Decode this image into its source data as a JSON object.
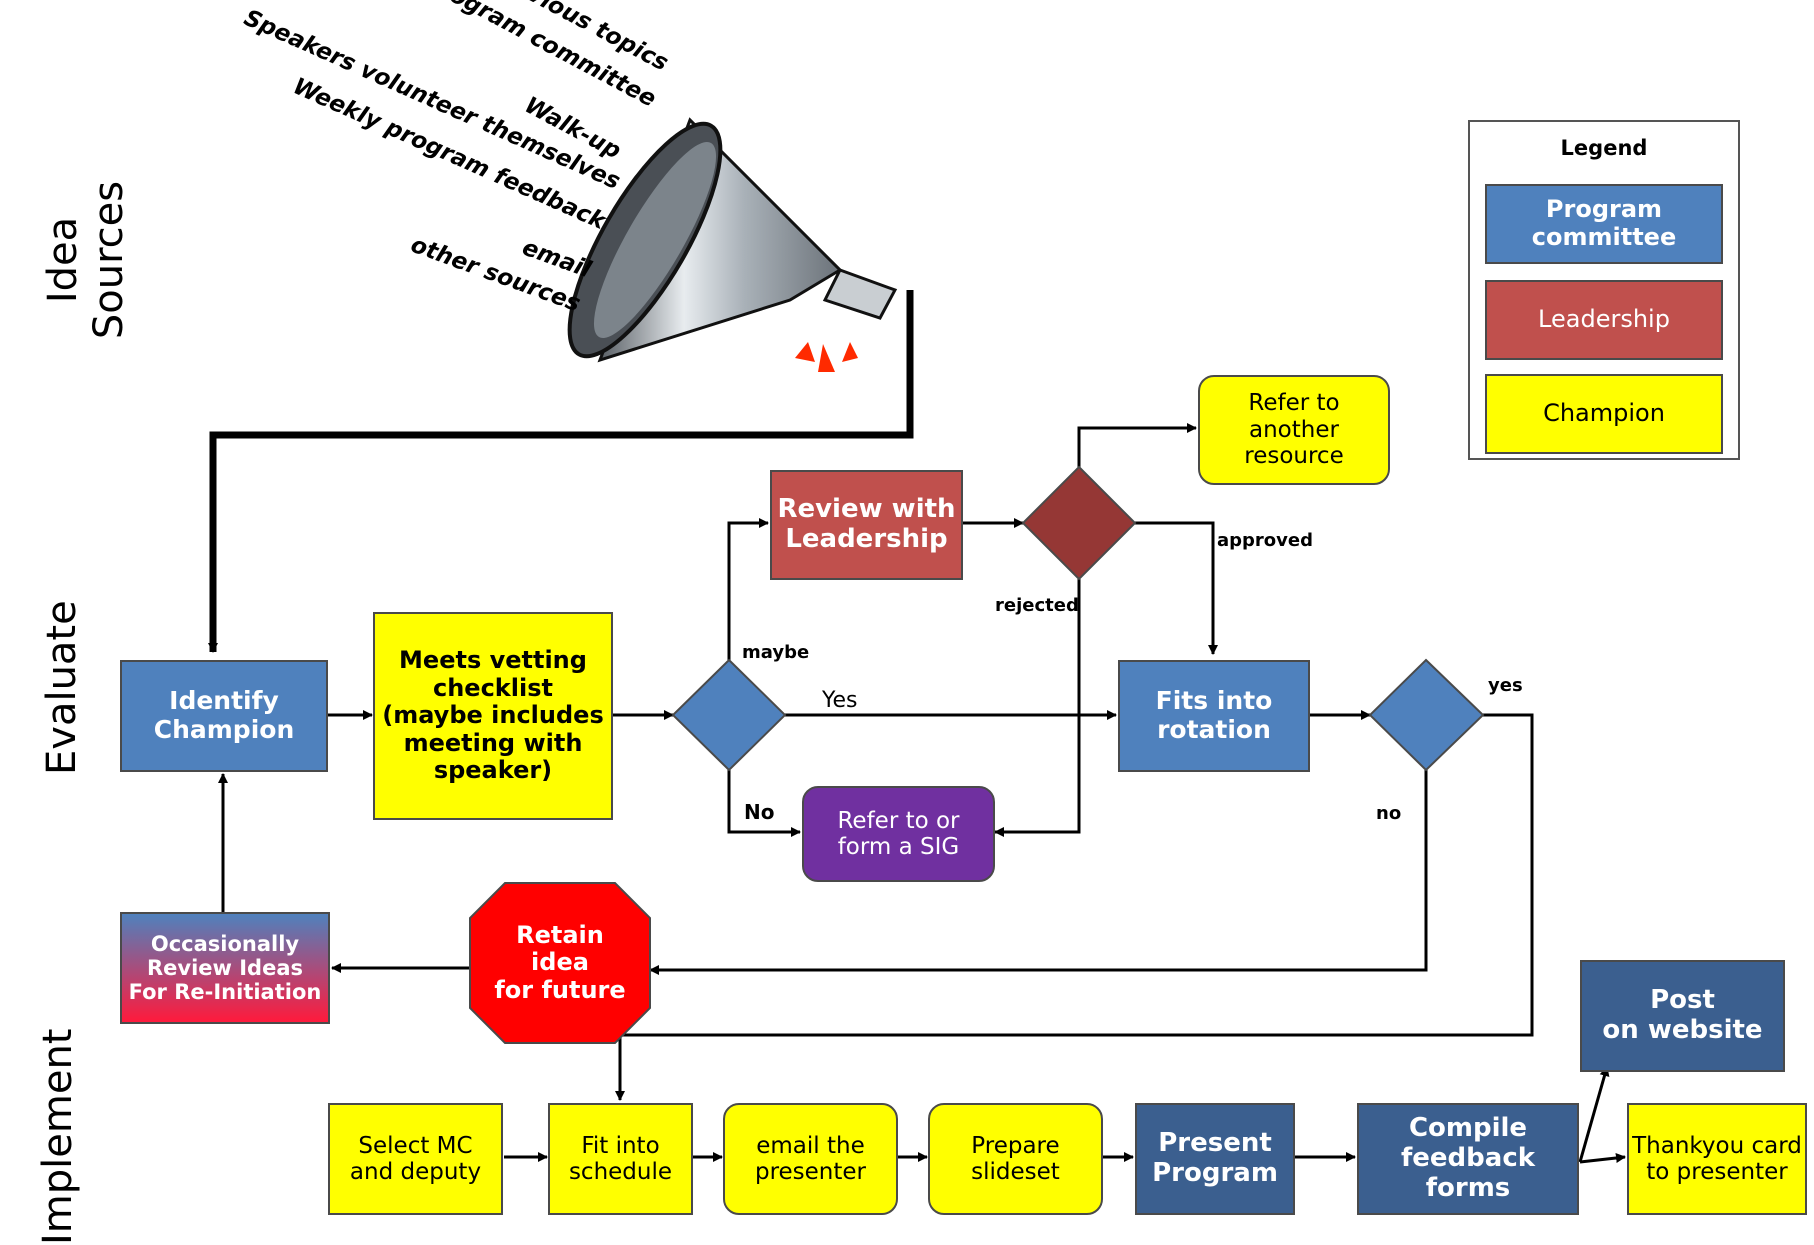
{
  "phases": {
    "idea": "Idea\nSources",
    "evaluate": "Evaluate",
    "implement": "Implement"
  },
  "idea_sources": [
    "Previous topics",
    "Program committee",
    "Walk-up",
    "Speakers volunteer themselves",
    "Weekly program feedback",
    "email",
    "other sources"
  ],
  "legend": {
    "title": "Legend",
    "items": [
      {
        "label": "Program\ncommittee",
        "color": "#4f81bd"
      },
      {
        "label": "Leadership",
        "color": "#c0504d"
      },
      {
        "label": "Champion",
        "color": "#ffff00"
      }
    ]
  },
  "nodes": {
    "identify_champion": "Identify\nChampion",
    "vetting": "Meets vetting\nchecklist\n(maybe includes\nmeeting with\nspeaker)",
    "review_leadership": "Review with\nLeadership",
    "refer_resource": "Refer to\nanother\nresource",
    "fits_rotation": "Fits into\nrotation",
    "refer_sig": "Refer to or\nform a SIG",
    "retain_idea": "Retain\nidea\nfor future",
    "occasionally_review": "Occasionally\nReview Ideas\nFor Re-Initiation",
    "select_mc": "Select MC\nand deputy",
    "fit_schedule": "Fit into\nschedule",
    "email_presenter": "email the\npresenter",
    "prepare_slideset": "Prepare\nslideset",
    "present_program": "Present\nProgram",
    "compile_feedback": "Compile\nfeedback forms",
    "post_website": "Post\non website",
    "thankyou_card": "Thankyou card\nto presenter"
  },
  "edge_labels": {
    "maybe": "maybe",
    "yes_main": "Yes",
    "no_sig": "No",
    "rejected": "rejected",
    "approved": "approved",
    "yes_rotation": "yes",
    "no_rotation": "no"
  },
  "colors": {
    "program_committee": "#4f81bd",
    "program_committee_dark": "#3b5f8f",
    "leadership": "#c0504d",
    "leadership_decision": "#953735",
    "champion": "#ffff00",
    "sig": "#7030a0",
    "retain": "#ff0000"
  }
}
